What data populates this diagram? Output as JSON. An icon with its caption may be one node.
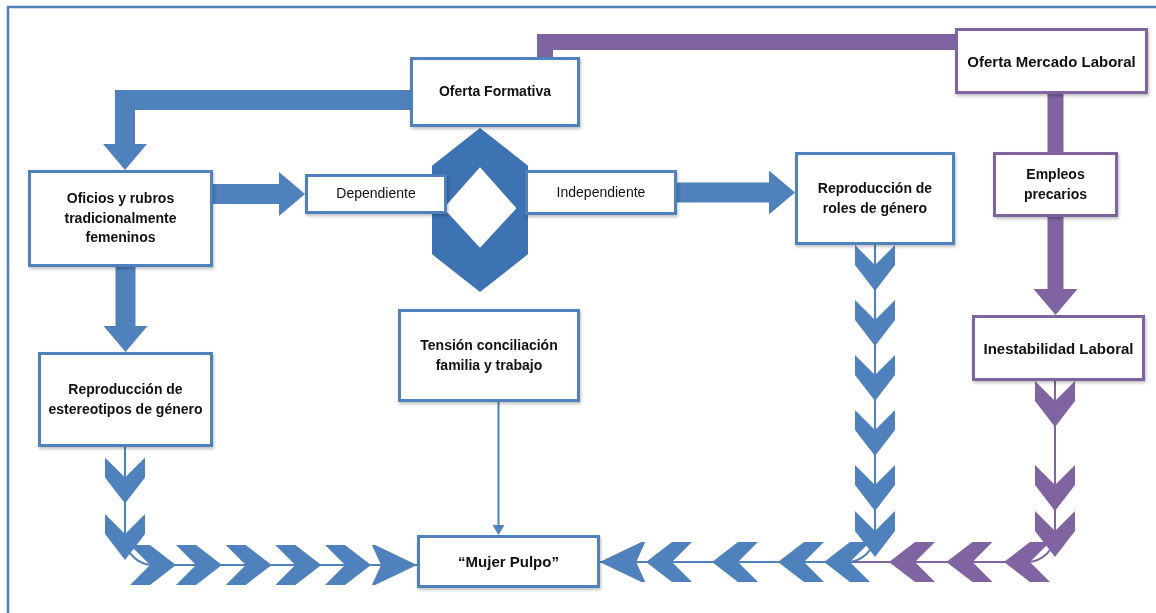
{
  "diagram": {
    "nodes": [
      {
        "text": [
          "Oferta Formativa"
        ]
      },
      {
        "text": [
          "Oferta Mercado Laboral"
        ]
      },
      {
        "text": [
          "Oficios y rubros tradicionalmente femeninos"
        ]
      },
      {
        "text": [
          "Dependiente"
        ]
      },
      {
        "text": [
          "Independiente"
        ]
      },
      {
        "text": [
          "Reproducción de roles de género"
        ]
      },
      {
        "text": [
          "Empleos precarios"
        ]
      },
      {
        "text": [
          "Reproducción de estereotipos de género"
        ]
      },
      {
        "text": [
          "Tensión conciliación familia y trabajo"
        ]
      },
      {
        "text": [
          "Inestabilidad Laboral"
        ]
      },
      {
        "text": [
          "“Mujer Pulpo”"
        ]
      },
      {
        "text": [],
        "shape": "hexagon"
      }
    ],
    "edges": [
      {
        "from": 0,
        "to": 2,
        "arrow": "to"
      },
      {
        "from": 1,
        "to": 0,
        "arrow": "none",
        "color": "#8064a2"
      },
      {
        "from": 2,
        "to": 3,
        "arrow": "to"
      },
      {
        "from": 4,
        "to": 5,
        "arrow": "to"
      },
      {
        "from": 1,
        "to": 6,
        "arrow": "none",
        "color": "#8064a2"
      },
      {
        "from": 6,
        "to": 9,
        "arrow": "to",
        "color": "#8064a2"
      },
      {
        "from": 2,
        "to": 7,
        "arrow": "to"
      },
      {
        "from": 8,
        "to": 10,
        "arrow": "to"
      },
      {
        "from": 7,
        "to": 10,
        "arrow": "to"
      },
      {
        "from": 5,
        "to": 10,
        "arrow": "to"
      },
      {
        "from": 9,
        "to": 10,
        "arrow": "to",
        "color": "#8064a2"
      }
    ]
  }
}
